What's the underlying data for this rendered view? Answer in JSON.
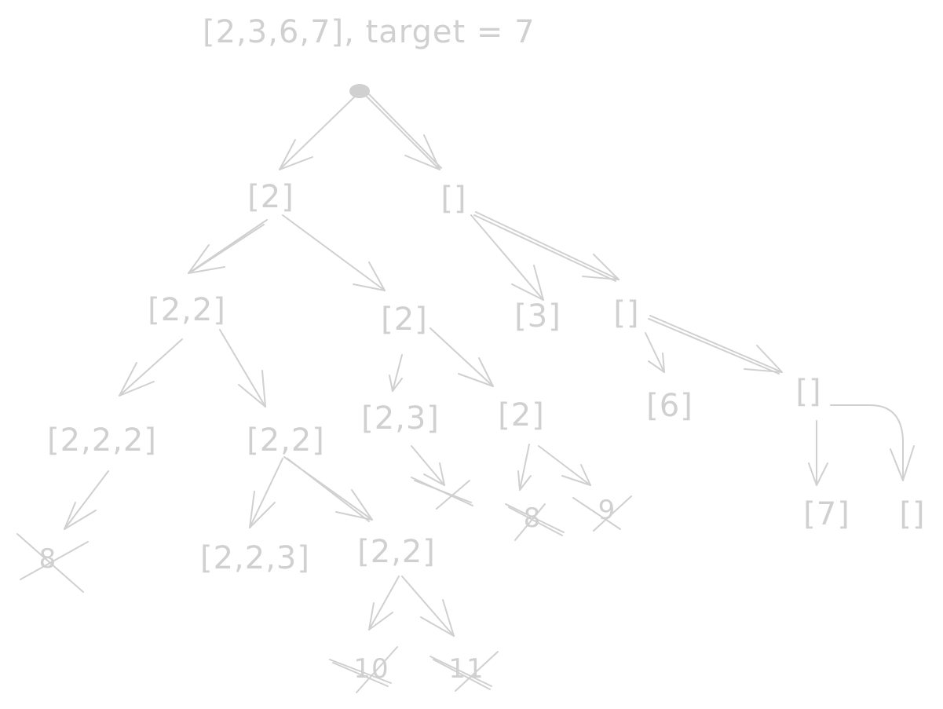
{
  "diagram": {
    "title": "[2,3,6,7], target = 7",
    "stroke_color": "#d0d0d0",
    "nodes": {
      "n_2": "[2]",
      "n_empty": "[]",
      "n_2_2": "[2,2]",
      "n_2b": "[2]",
      "n_3": "[3]",
      "n_empty2": "[]",
      "n_2_2_2": "[2,2,2]",
      "n_2_2b": "[2,2]",
      "n_2_3": "[2,3]",
      "n_2c": "[2]",
      "n_6": "[6]",
      "n_empty3": "[]",
      "n_2_2_3": "[2,2,3]",
      "n_2_2c": "[2,2]",
      "n_7": "[7]",
      "n_empty4": "[]"
    },
    "pruned": {
      "p_8a": "8",
      "p_8b": "8",
      "p_9": "9",
      "p_10": "10",
      "p_11": "11"
    }
  }
}
